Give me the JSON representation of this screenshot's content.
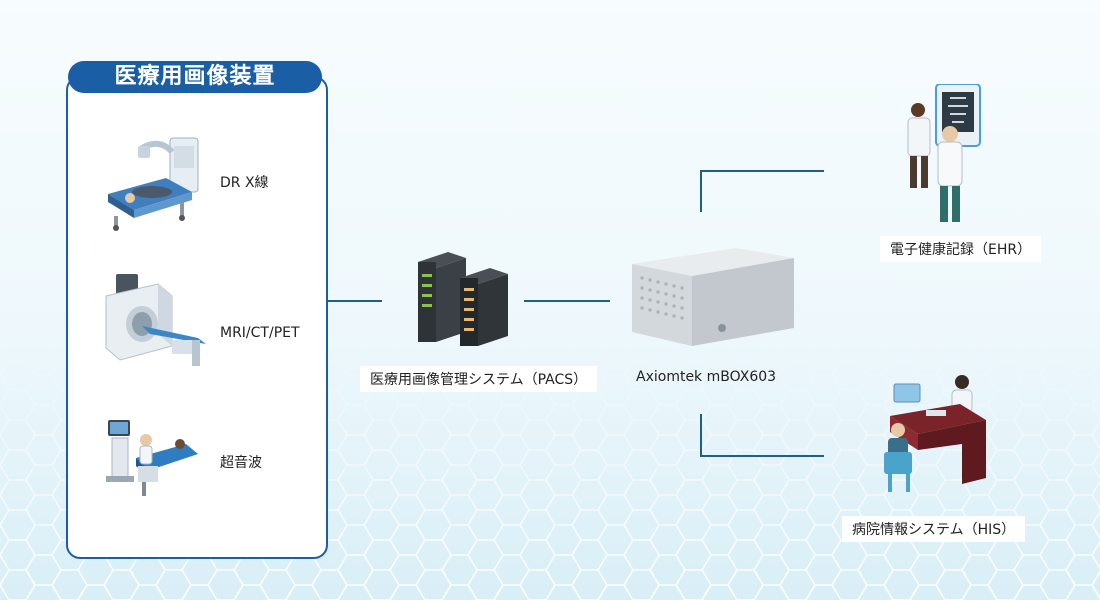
{
  "panel": {
    "title": "医療用画像装置",
    "devices": [
      {
        "label": "DR X線",
        "icon": "xray-machine-icon"
      },
      {
        "label": "MRI/CT/PET",
        "icon": "mri-scanner-icon"
      },
      {
        "label": "超音波",
        "icon": "ultrasound-icon"
      }
    ]
  },
  "pacs": {
    "label": "医療用画像管理システム（PACS）",
    "icon": "server-rack-icon"
  },
  "gateway": {
    "label": "Axiomtek mBOX603",
    "icon": "embedded-box-pc-icon"
  },
  "ehr": {
    "label": "電子健康記録（EHR）",
    "icon": "doctors-viewing-xray-icon"
  },
  "his": {
    "label": "病院情報システム（HIS）",
    "icon": "hospital-reception-icon"
  },
  "colors": {
    "accent": "#1a5fa6",
    "connector": "#1f5f8f"
  }
}
